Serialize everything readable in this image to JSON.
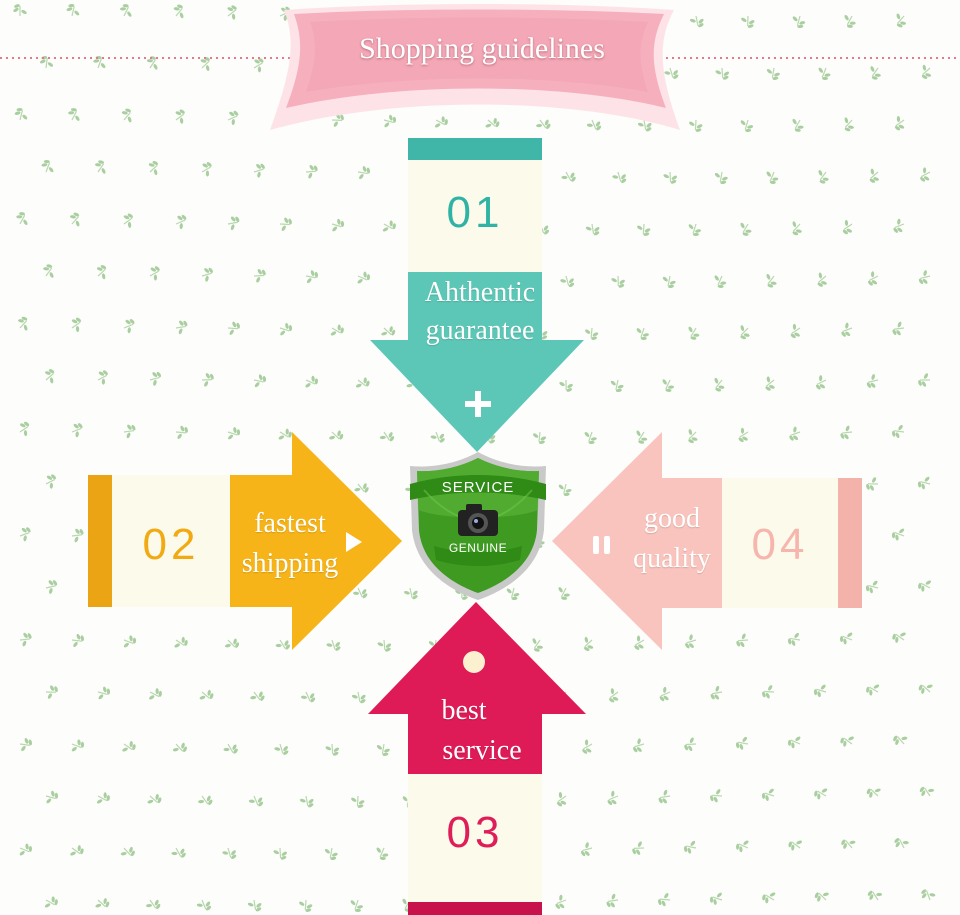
{
  "title": "Shopping guidelines",
  "colors": {
    "teal": "#5cc7b6",
    "teal_dark": "#3fb6a7",
    "yellow": "#f6b418",
    "yellow_dark": "#eaa414",
    "crimson": "#de1a57",
    "crimson_dark": "#c8124c",
    "pink": "#f9c4bd",
    "pink_dark": "#f3b3ab",
    "card": "#fbfaeb",
    "badge_green": "#3f9a22",
    "title_ribbon": "#f8b4c0"
  },
  "steps": [
    {
      "id": "01",
      "number": "01",
      "lines": [
        "Ahthentic",
        "guarantee"
      ],
      "symbol": "+",
      "direction": "down",
      "color": "teal"
    },
    {
      "id": "02",
      "number": "02",
      "lines": [
        "fastest",
        "shipping"
      ],
      "symbol": "play",
      "direction": "right",
      "color": "yellow"
    },
    {
      "id": "03",
      "number": "03",
      "lines": [
        "best",
        "service"
      ],
      "symbol": "dot",
      "direction": "up",
      "color": "crimson"
    },
    {
      "id": "04",
      "number": "04",
      "lines": [
        "good",
        "quality"
      ],
      "symbol": "pause",
      "direction": "left",
      "color": "pink"
    }
  ],
  "badge": {
    "top_text": "SERVICE",
    "bottom_text": "GENUINE",
    "icon": "camera-icon"
  }
}
